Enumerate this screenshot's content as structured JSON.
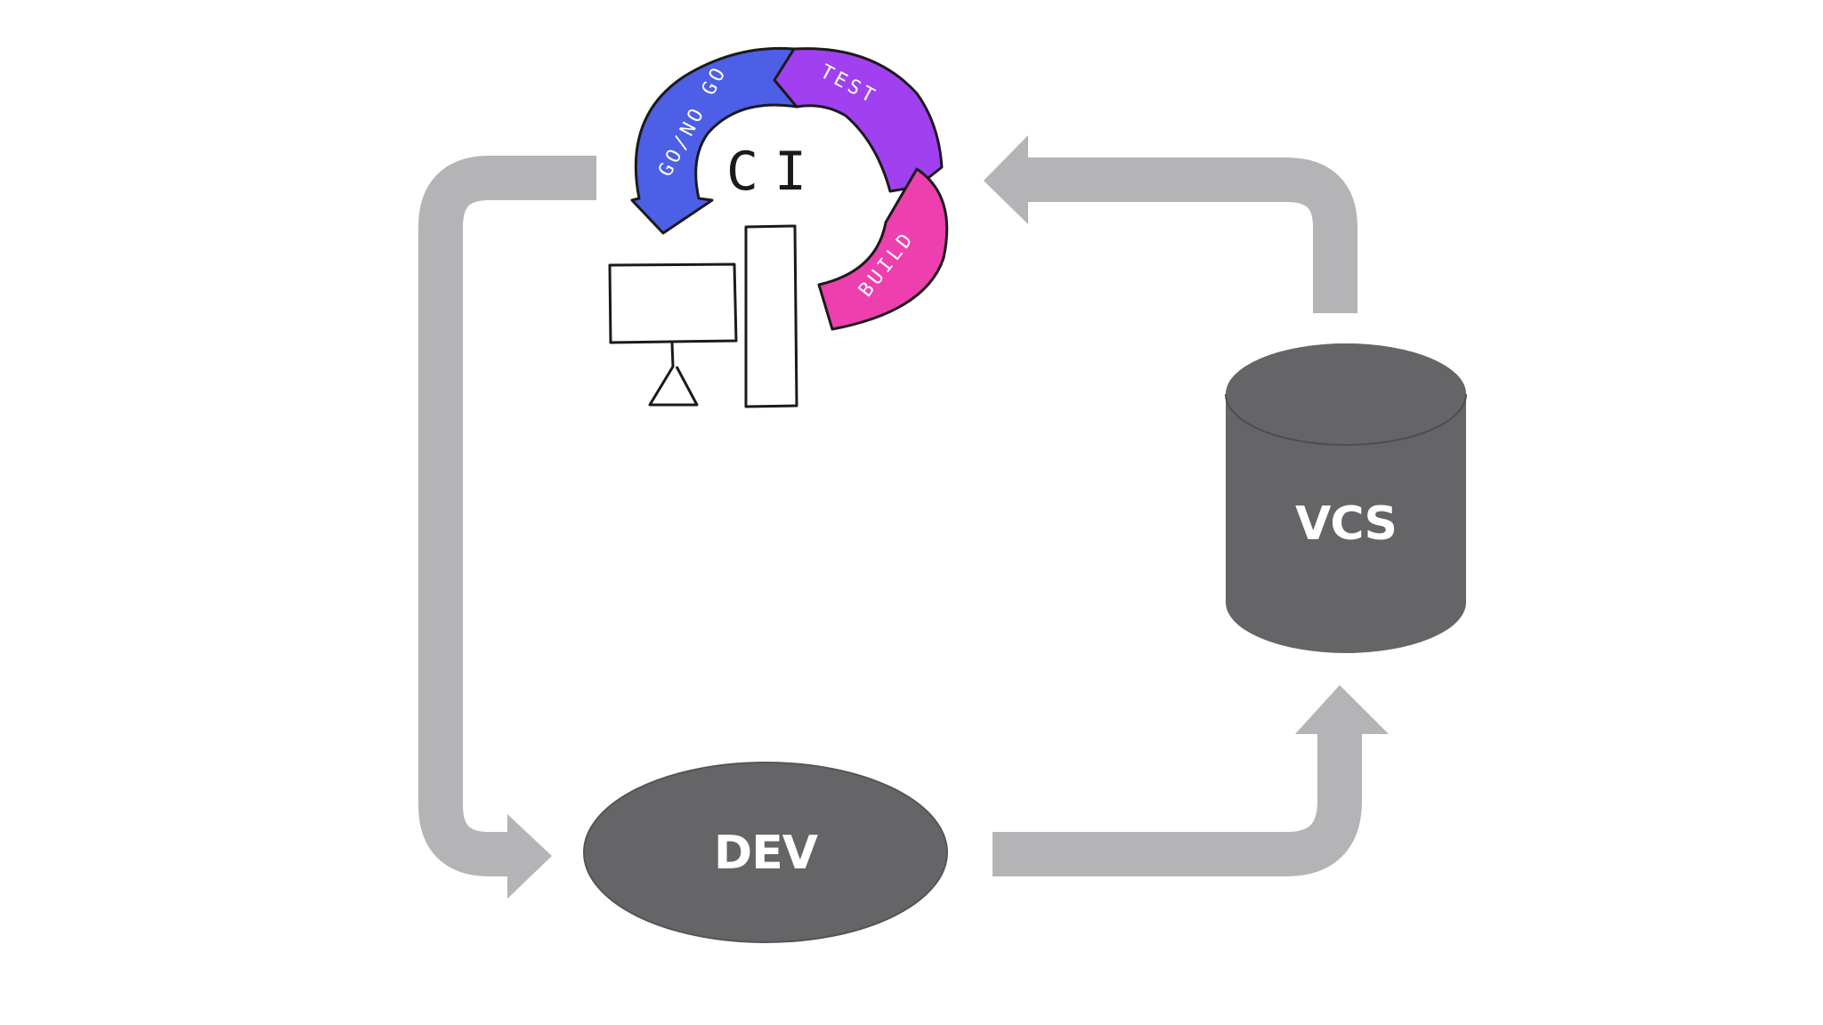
{
  "nodes": {
    "dev": {
      "label": "DEV"
    },
    "vcs": {
      "label": "VCS"
    },
    "ci": {
      "label": "CI",
      "stages": {
        "go_no_go": "GO/NO GO",
        "test": "TEST",
        "build": "BUILD"
      },
      "stage_colors": {
        "go_no_go": "#4d5fe6",
        "test": "#a040f0",
        "build": "#ee3fae"
      }
    }
  },
  "colors": {
    "arrow": "#b4b3b5",
    "node_fill": "#656466",
    "node_text": "#ffffff",
    "sketch_stroke": "#1a1a1a"
  }
}
